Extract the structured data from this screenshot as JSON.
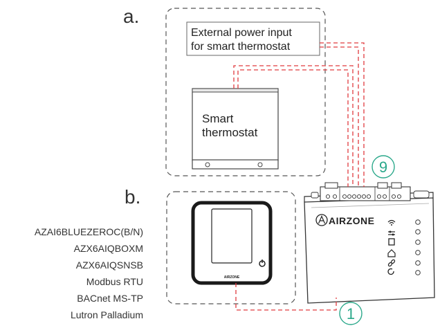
{
  "panel_a": {
    "tag": "a.",
    "power_label_line1": "External power input",
    "power_label_line2": "for smart thermostat",
    "thermostat_label_line1": "Smart",
    "thermostat_label_line2": "thermostat"
  },
  "panel_b": {
    "tag": "b.",
    "device_brand": "AIRZONE",
    "compatible_devices": [
      "AZAI6BLUEZEROC(B/N)",
      "AZX6AIQBOXM",
      "AZX6AIQSNSB",
      "Modbus RTU",
      "BACnet MS-TP",
      "Lutron Palladium"
    ]
  },
  "controller": {
    "brand": "AIRZONE",
    "callout_top": "9",
    "callout_bottom": "1"
  },
  "colors": {
    "wire": "#e03a3e",
    "callout": "#2aa88a",
    "outline": "#444444",
    "dashed_frame": "#555555"
  }
}
